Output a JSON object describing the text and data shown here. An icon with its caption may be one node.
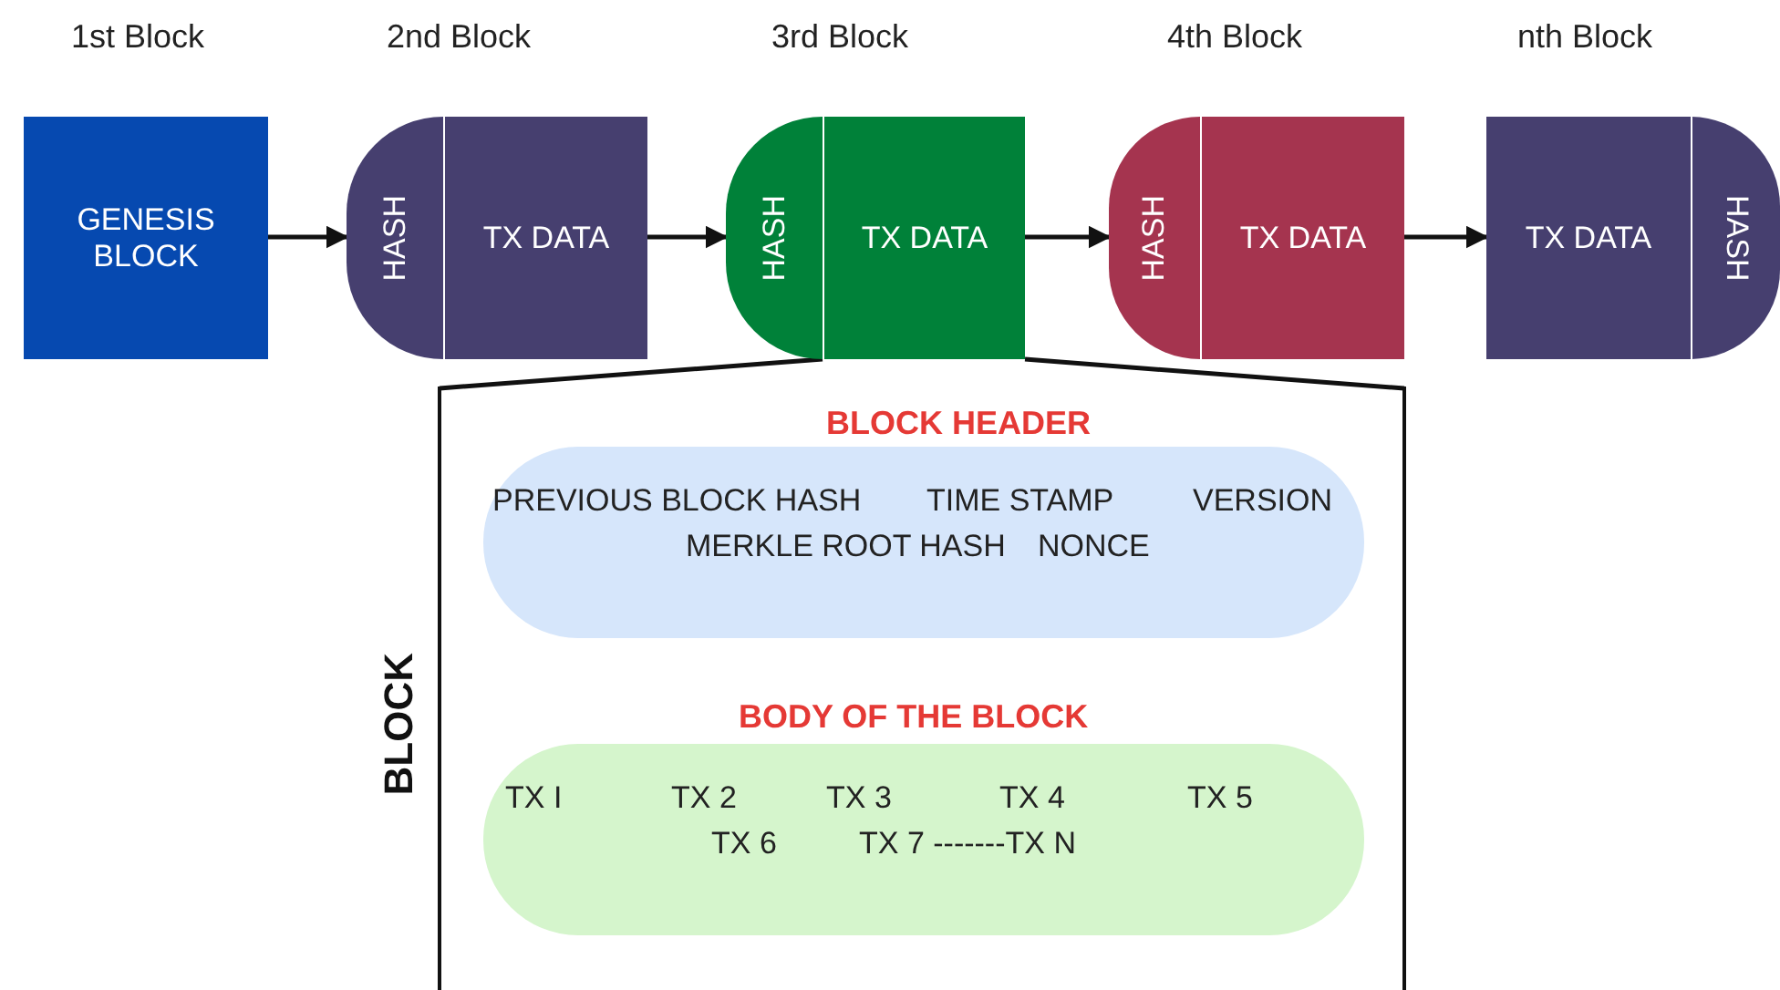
{
  "diagram": {
    "nodes": [
      {
        "text": [
          "1st Block",
          "GENESIS BLOCK"
        ]
      },
      {
        "text": [
          "2nd Block",
          "HASH",
          "TX DATA"
        ]
      },
      {
        "text": [
          "3rd Block",
          "HASH",
          "TX DATA"
        ]
      },
      {
        "text": [
          "4th Block",
          "HASH",
          "TX DATA"
        ]
      },
      {
        "text": [
          "nth Block",
          "TX DATA",
          "HASH"
        ]
      },
      {
        "text": [
          "BLOCK"
        ]
      },
      {
        "text": [
          "BLOCK HEADER",
          "PREVIOUS BLOCK HASH",
          "TIME STAMP",
          "VERSION",
          "MERKLE ROOT HASH",
          "NONCE"
        ],
        "in": 5
      },
      {
        "text": [
          "BODY OF THE BLOCK",
          "TX I",
          "TX 2",
          "TX 3",
          "TX 4",
          "TX 5",
          "TX 6",
          "TX 7 -------TX N"
        ],
        "in": 5
      }
    ],
    "edges": [
      {
        "from": 0,
        "to": 1,
        "arrow": "to"
      },
      {
        "from": 1,
        "to": 2,
        "arrow": "to"
      },
      {
        "from": 2,
        "to": 3,
        "arrow": "to"
      },
      {
        "from": 3,
        "to": 4,
        "arrow": "to"
      },
      {
        "from": 2,
        "to": 5,
        "arrow": "none"
      },
      {
        "from": 2,
        "to": 5,
        "arrow": "none"
      }
    ]
  }
}
